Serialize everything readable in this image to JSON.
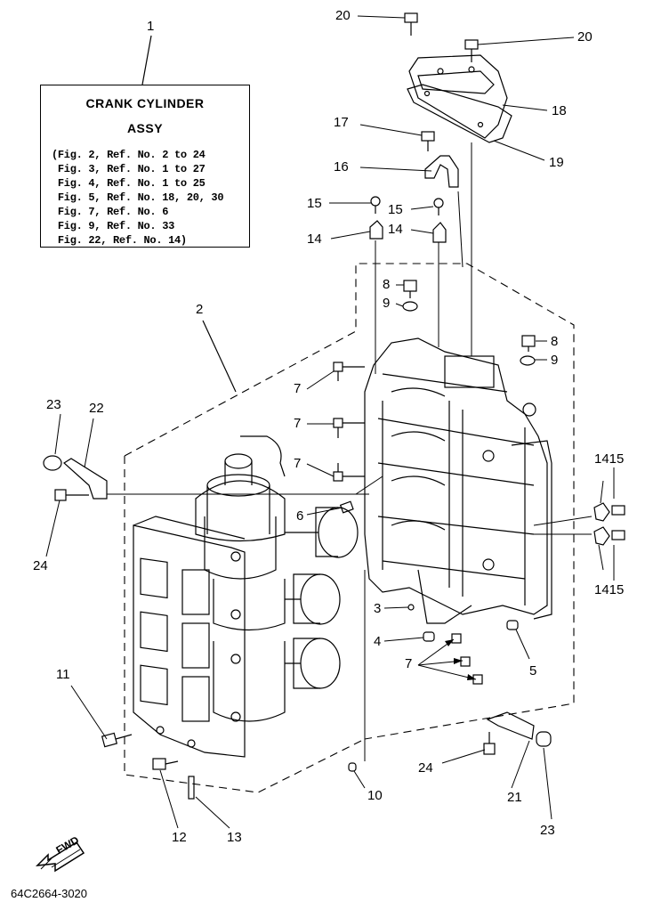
{
  "assembly_box": {
    "title_line1": "CRANK CYLINDER",
    "title_line2": "ASSY",
    "refs": [
      "(Fig. 2, Ref. No. 2 to 24",
      " Fig. 3, Ref. No. 1 to 27",
      " Fig. 4, Ref. No. 1 to 25",
      " Fig. 5, Ref. No. 18, 20, 30",
      " Fig. 7, Ref. No. 6",
      " Fig. 9, Ref. No. 33",
      " Fig. 22, Ref. No. 14)"
    ]
  },
  "callouts": [
    {
      "id": "c1",
      "text": "1"
    },
    {
      "id": "c2",
      "text": "2"
    },
    {
      "id": "c3",
      "text": "3"
    },
    {
      "id": "c4",
      "text": "4"
    },
    {
      "id": "c5",
      "text": "5"
    },
    {
      "id": "c6",
      "text": "6"
    },
    {
      "id": "c7a",
      "text": "7"
    },
    {
      "id": "c7b",
      "text": "7"
    },
    {
      "id": "c7c",
      "text": "7"
    },
    {
      "id": "c7d",
      "text": "7"
    },
    {
      "id": "c8a",
      "text": "8"
    },
    {
      "id": "c8b",
      "text": "8"
    },
    {
      "id": "c9a",
      "text": "9"
    },
    {
      "id": "c9b",
      "text": "9"
    },
    {
      "id": "c10",
      "text": "10"
    },
    {
      "id": "c11",
      "text": "11"
    },
    {
      "id": "c12",
      "text": "12"
    },
    {
      "id": "c13",
      "text": "13"
    },
    {
      "id": "c14a",
      "text": "14"
    },
    {
      "id": "c14b",
      "text": "14"
    },
    {
      "id": "c15a",
      "text": "15"
    },
    {
      "id": "c15b",
      "text": "15"
    },
    {
      "id": "c1415a",
      "text": "1415"
    },
    {
      "id": "c1415b",
      "text": "1415"
    },
    {
      "id": "c16",
      "text": "16"
    },
    {
      "id": "c17",
      "text": "17"
    },
    {
      "id": "c18",
      "text": "18"
    },
    {
      "id": "c19",
      "text": "19"
    },
    {
      "id": "c20a",
      "text": "20"
    },
    {
      "id": "c20b",
      "text": "20"
    },
    {
      "id": "c21",
      "text": "21"
    },
    {
      "id": "c22",
      "text": "22"
    },
    {
      "id": "c23a",
      "text": "23"
    },
    {
      "id": "c23b",
      "text": "23"
    },
    {
      "id": "c24a",
      "text": "24"
    },
    {
      "id": "c24b",
      "text": "24"
    }
  ],
  "fwd_label": "FWD",
  "drawing_code": "64C2664-3020"
}
